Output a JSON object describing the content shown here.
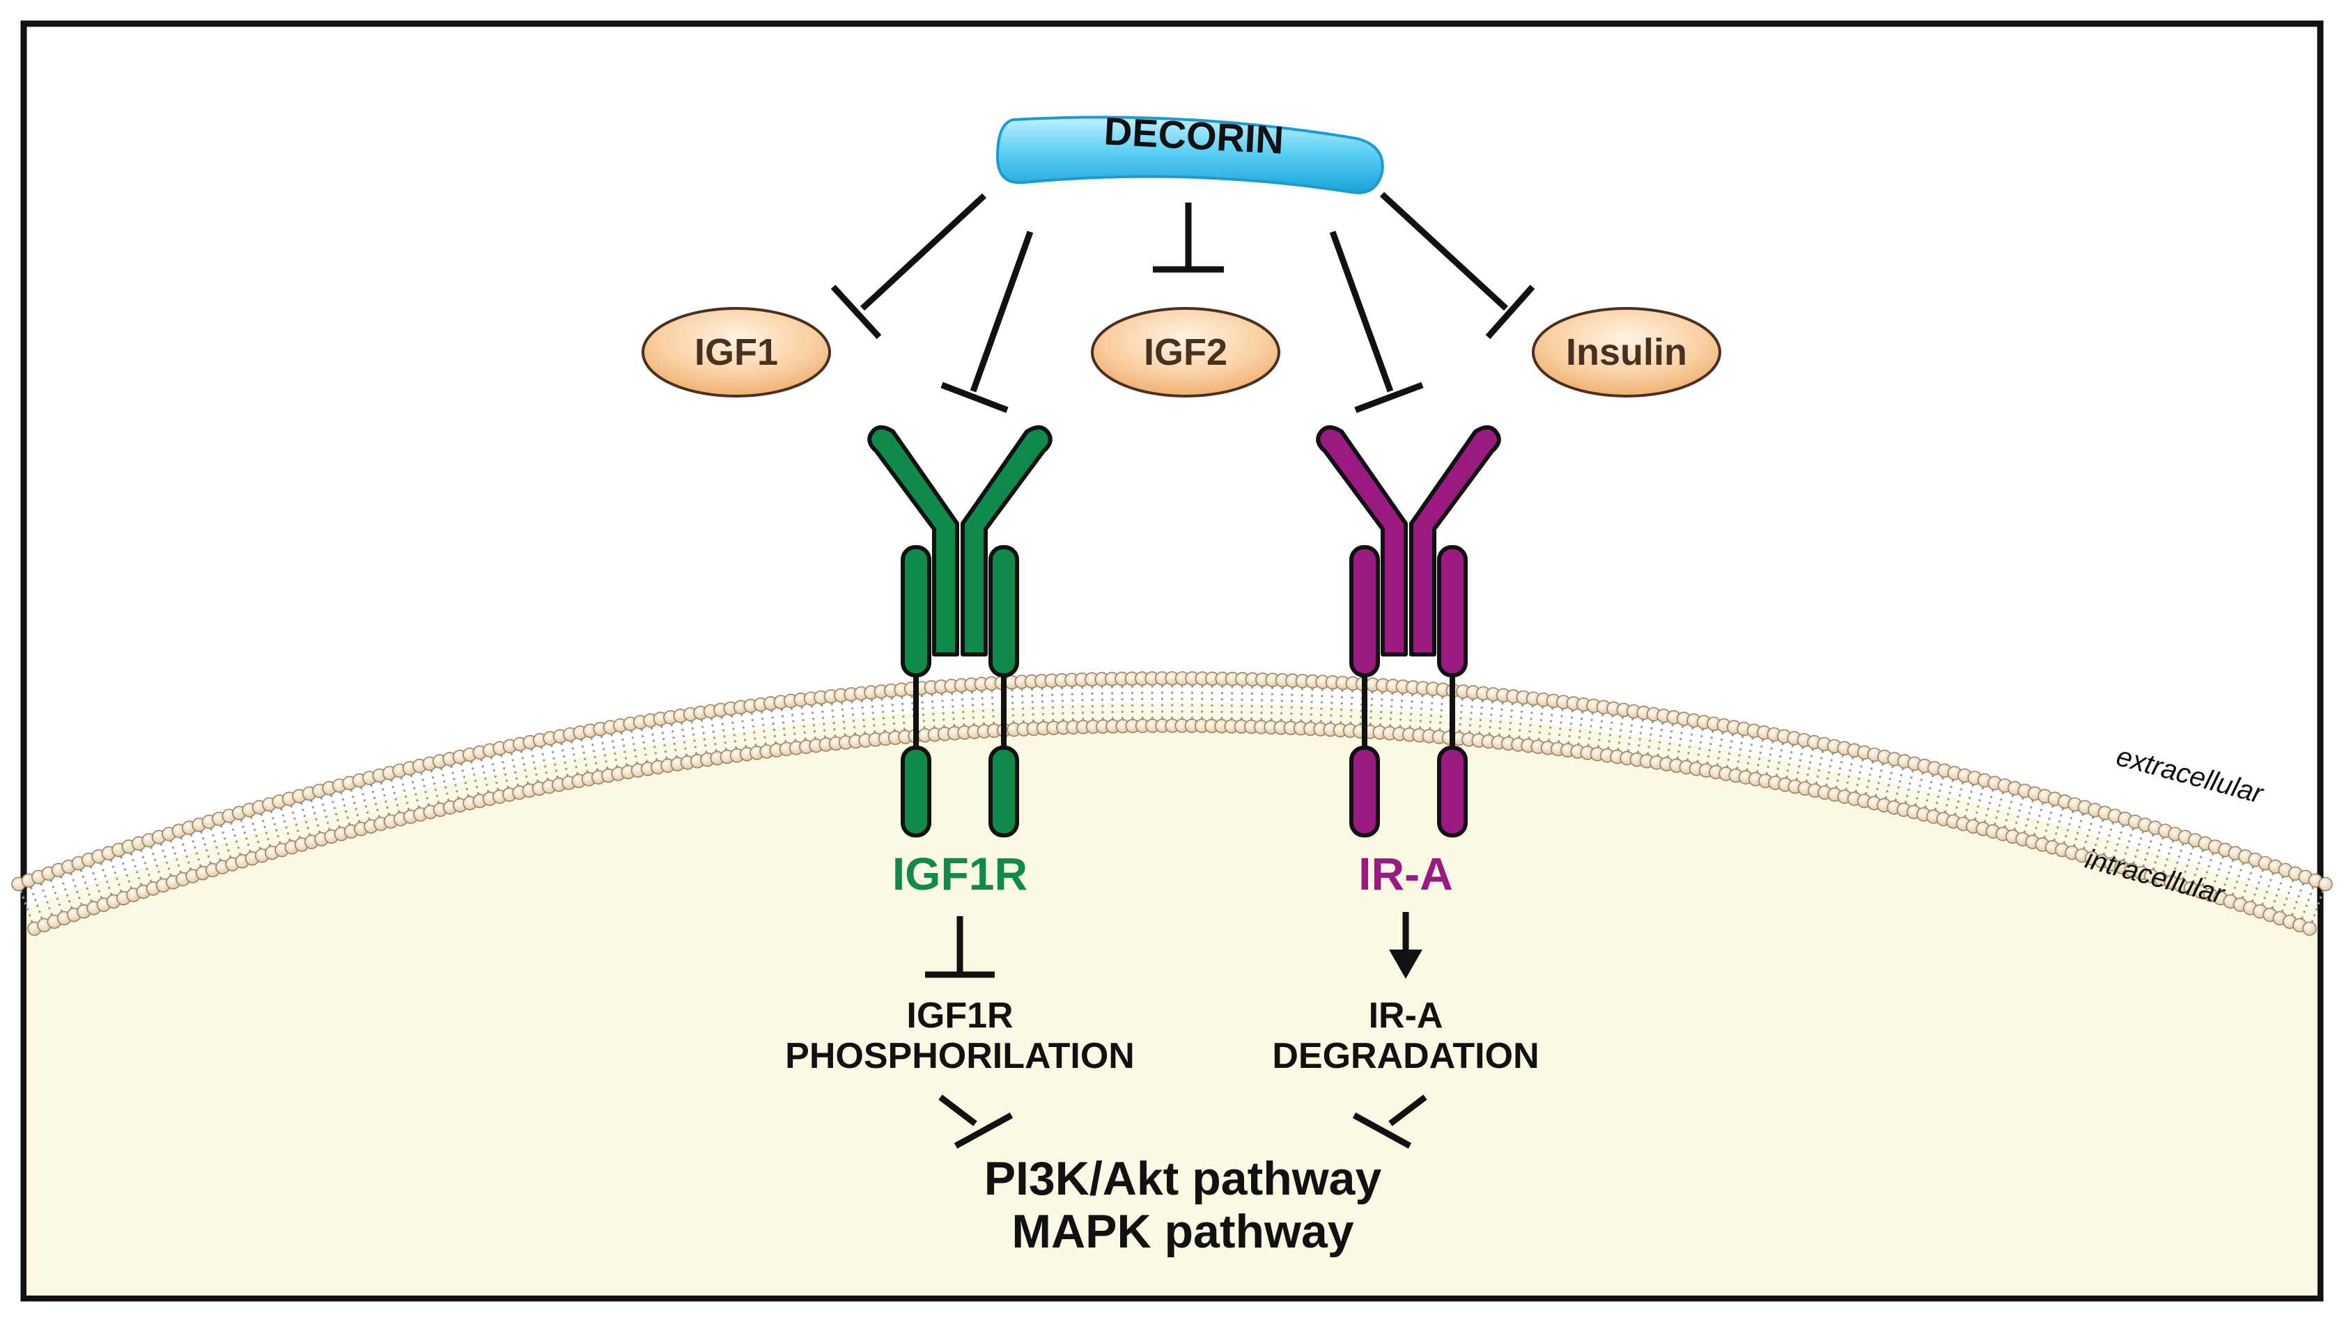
{
  "decorin": {
    "label": "DECORIN"
  },
  "ligands": {
    "igf1": "IGF1",
    "igf2": "IGF2",
    "insulin": "Insulin"
  },
  "receptors": {
    "igf1r": {
      "label": "IGF1R",
      "color": "#0f8a4a"
    },
    "ira": {
      "label": "IR-A",
      "color": "#9b1a82"
    }
  },
  "membrane": {
    "extracellular": "extracellular",
    "intracellular": "intracellular"
  },
  "outcomes": {
    "igf1r_line1": "IGF1R",
    "igf1r_line2": "PHOSPHORILATION",
    "ira_line1": "IR-A",
    "ira_line2": "DEGRADATION"
  },
  "pathways": {
    "line1": "PI3K/Akt pathway",
    "line2": "MAPK pathway"
  },
  "colors": {
    "decorin": "#3bbde8",
    "ligand_fill": "#f6c08e",
    "ligand_stroke": "#5a3a20",
    "ligand_text": "#4a3020",
    "cell_interior": "#fbf8e3",
    "lipid_head": "#f0ddbf",
    "border": "#111111"
  }
}
